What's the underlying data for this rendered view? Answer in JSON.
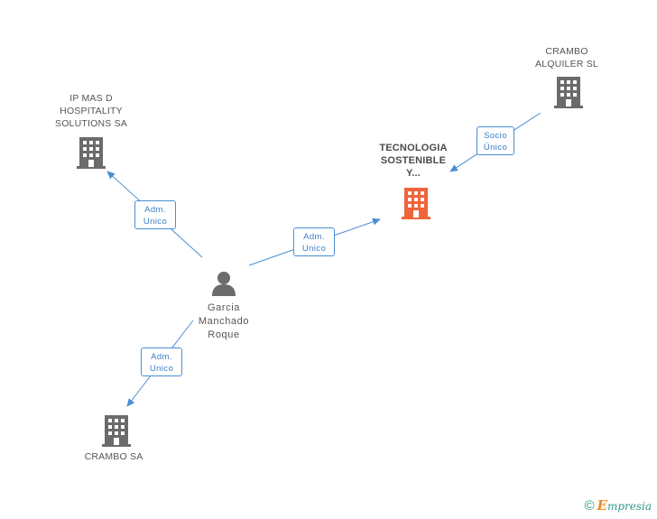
{
  "nodes": {
    "ip_mas_d": {
      "label_lines": [
        "IP MAS D",
        "HOSPITALITY",
        "SOLUTIONS SA"
      ],
      "type": "company"
    },
    "crambo_alquiler": {
      "label_lines": [
        "CRAMBO",
        "ALQUILER SL"
      ],
      "type": "company"
    },
    "tecnologia": {
      "label_lines": [
        "TECNOLOGIA",
        "SOSTENIBLE",
        "Y..."
      ],
      "type": "company-focus"
    },
    "garcia": {
      "label_lines": [
        "Garcia",
        "Manchado",
        "Roque"
      ],
      "type": "person"
    },
    "crambo_sa": {
      "label_lines": [
        "CRAMBO SA"
      ],
      "type": "company"
    }
  },
  "edges": {
    "garcia_to_ip": {
      "label_lines": [
        "Adm.",
        "Unico"
      ]
    },
    "garcia_to_tecnologia": {
      "label_lines": [
        "Adm.",
        "Unico"
      ]
    },
    "crambo_alquiler_to_tecnologia": {
      "label_lines": [
        "Socio",
        "Único"
      ]
    },
    "garcia_to_crambo_sa": {
      "label_lines": [
        "Adm.",
        "Unico"
      ]
    }
  },
  "colors": {
    "company_icon": "#6b6b6b",
    "focus_icon": "#f0643a",
    "edge": "#4a8fd4",
    "label_text": "#555555"
  },
  "footer": {
    "copyright": "©",
    "brand_initial": "E",
    "brand_rest": "mpresia"
  }
}
